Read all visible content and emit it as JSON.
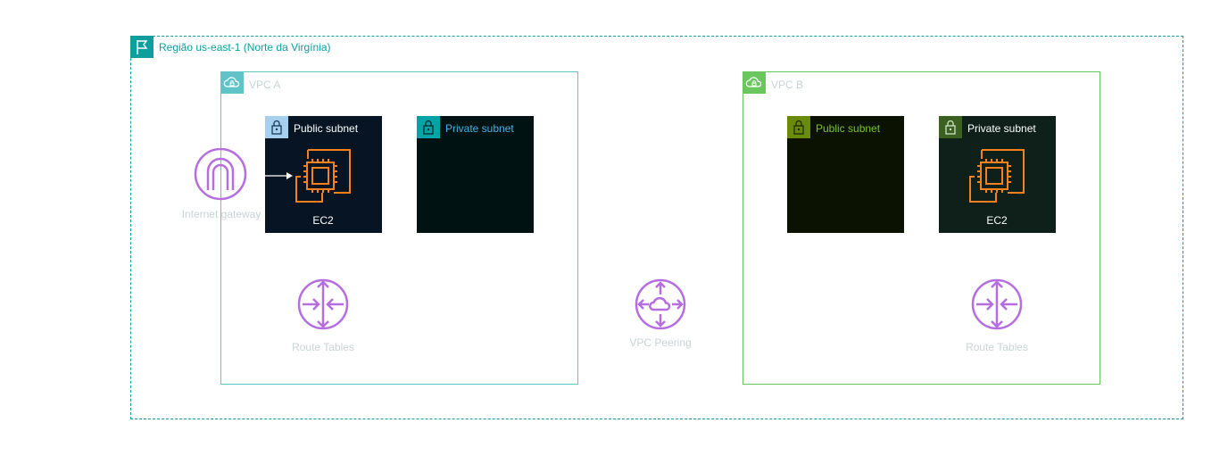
{
  "region": {
    "title": "Região us-east-1 (Norte da Virgínia)",
    "icon": "flag-icon"
  },
  "vpc_a": {
    "title": "VPC A",
    "icon": "vpc-cloud-icon",
    "public_subnet": {
      "title": "Public subnet",
      "icon": "lock-icon",
      "ec2_label": "EC2"
    },
    "private_subnet": {
      "title": "Private subnet",
      "icon": "lock-icon"
    },
    "route_tables_label": "Route Tables",
    "internet_gateway_label": "Internet gateway"
  },
  "vpc_peering_label": "VPC Peering",
  "vpc_b": {
    "title": "VPC B",
    "icon": "vpc-cloud-icon",
    "public_subnet": {
      "title": "Public subnet",
      "icon": "lock-icon"
    },
    "private_subnet": {
      "title": "Private subnet",
      "icon": "lock-icon",
      "ec2_label": "EC2"
    },
    "route_tables_label": "Route Tables"
  },
  "colors": {
    "region": "#0e9e9e",
    "vpc_a": "#5fc3c8",
    "vpc_b": "#69c75e",
    "ec2": "#f5821f",
    "network_icons": "#b56ee0"
  }
}
